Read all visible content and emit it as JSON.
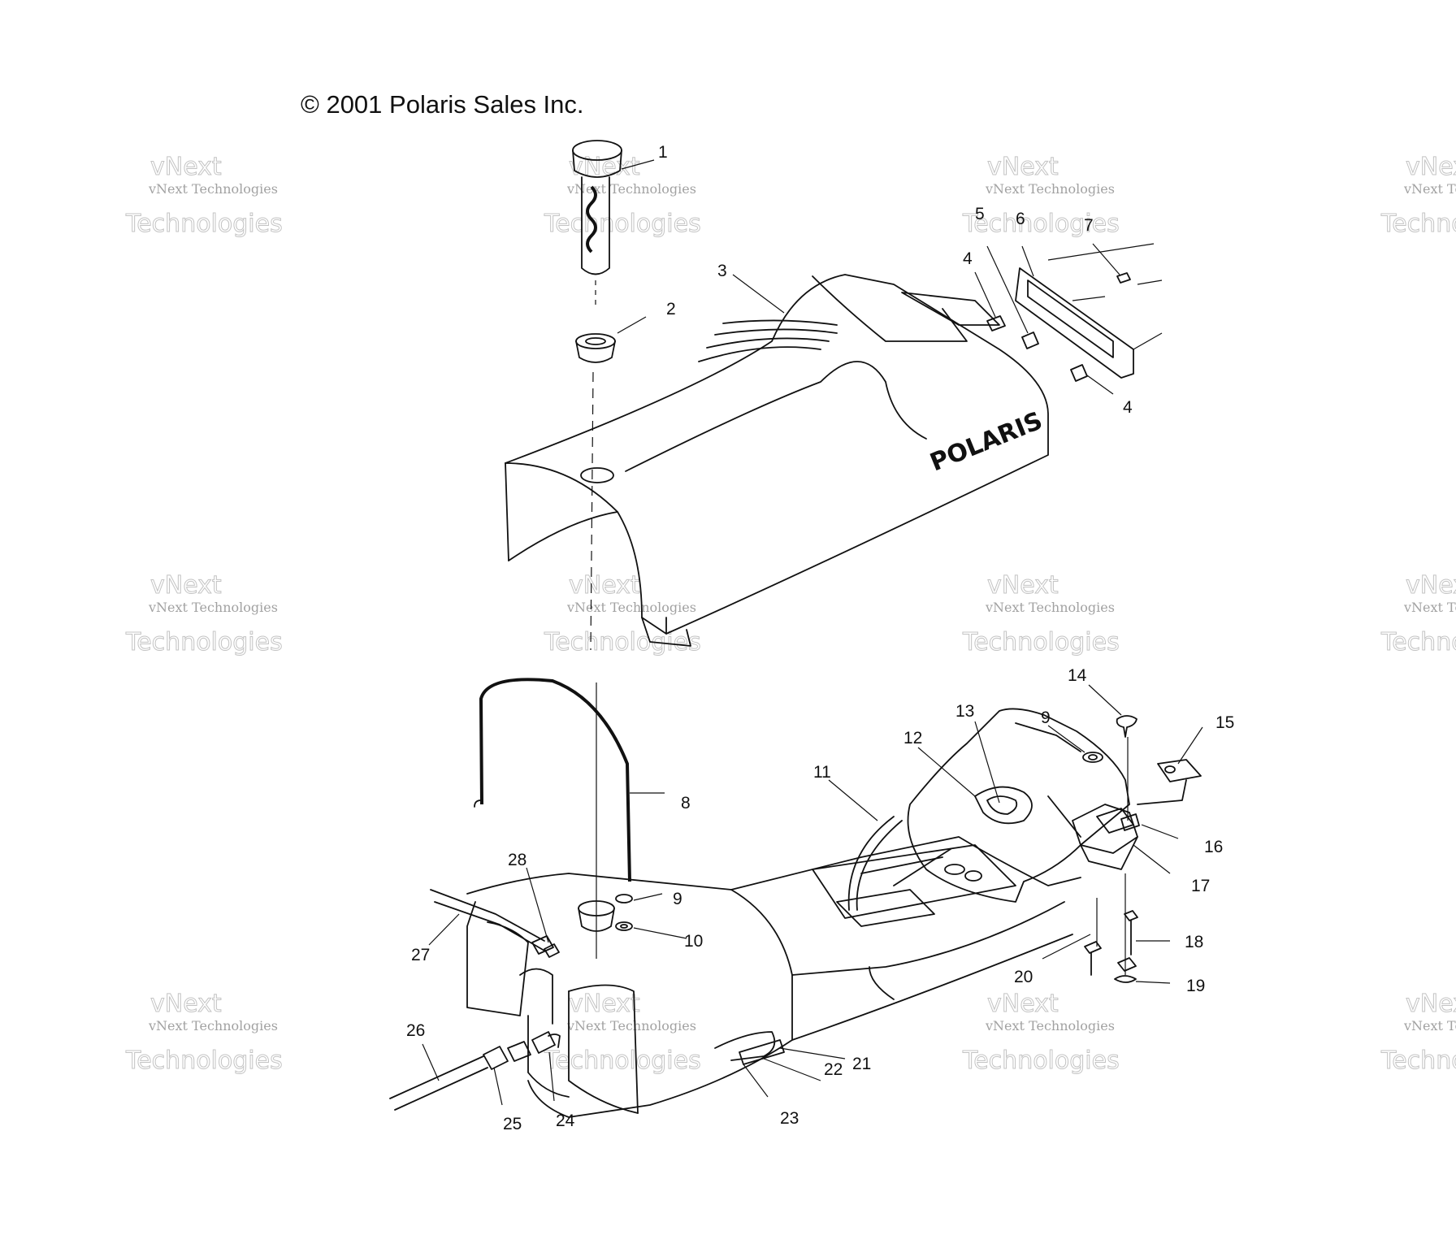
{
  "copyright": "© 2001 Polaris Sales Inc.",
  "logo_text": "POLARIS",
  "watermark": {
    "line1": "vNext Technologies",
    "line2": "vNext",
    "line3": "Technologies"
  },
  "callouts": [
    "1",
    "2",
    "3",
    "4",
    "5",
    "6",
    "7",
    "4",
    "8",
    "9",
    "10",
    "11",
    "12",
    "13",
    "14",
    "9",
    "15",
    "16",
    "17",
    "18",
    "19",
    "20",
    "21",
    "22",
    "23",
    "24",
    "25",
    "26",
    "27",
    "28"
  ]
}
